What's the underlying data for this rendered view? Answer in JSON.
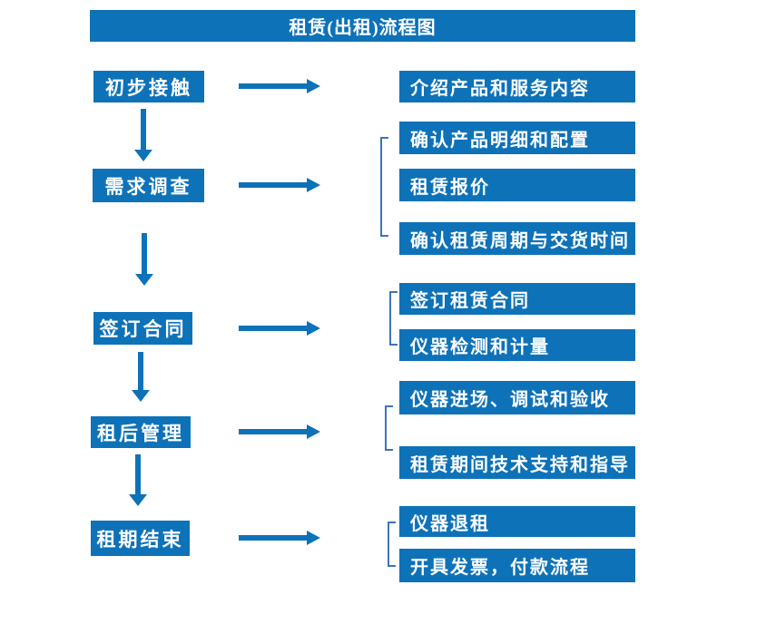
{
  "colors": {
    "accent": "#0E72B8",
    "bracket": "#3C74BE",
    "text_on_accent": "#FFFFFF",
    "background": "#FFFFFF"
  },
  "title": "租赁(出租)流程图",
  "stages": [
    {
      "label": "初步接触",
      "outputs": [
        "介绍产品和服务内容"
      ]
    },
    {
      "label": "需求调查",
      "outputs": [
        "确认产品明细和配置",
        "租赁报价",
        "确认租赁周期与交货时间"
      ]
    },
    {
      "label": "签订合同",
      "outputs": [
        "签订租赁合同",
        "仪器检测和计量"
      ]
    },
    {
      "label": "租后管理",
      "outputs": [
        "仪器进场、调试和验收",
        "租赁期间技术支持和指导"
      ]
    },
    {
      "label": "租期结束",
      "outputs": [
        "仪器退租",
        "开具发票，付款流程"
      ]
    }
  ]
}
